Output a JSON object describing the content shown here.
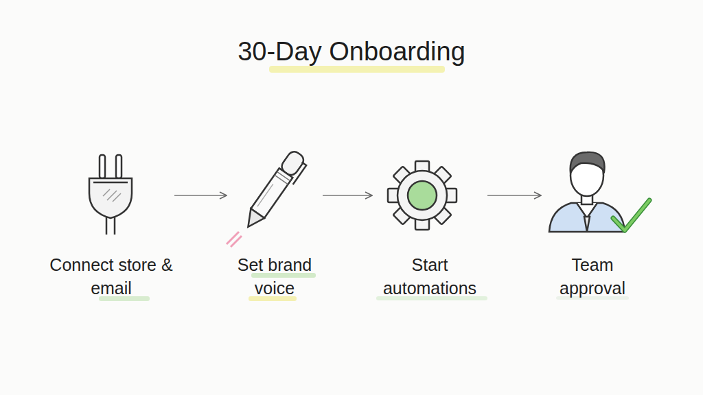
{
  "diagram": {
    "title": "30-Day Onboarding",
    "nodes": [
      {
        "text": [
          "Connect store & email"
        ]
      },
      {
        "text": [
          "Set brand voice"
        ]
      },
      {
        "text": [
          "Start automations"
        ]
      },
      {
        "text": [
          "Team approval"
        ]
      }
    ],
    "edges": [
      {
        "from": 0,
        "to": 1,
        "arrow": "to"
      },
      {
        "from": 1,
        "to": 2,
        "arrow": "to"
      },
      {
        "from": 2,
        "to": 3,
        "arrow": "to"
      }
    ]
  }
}
